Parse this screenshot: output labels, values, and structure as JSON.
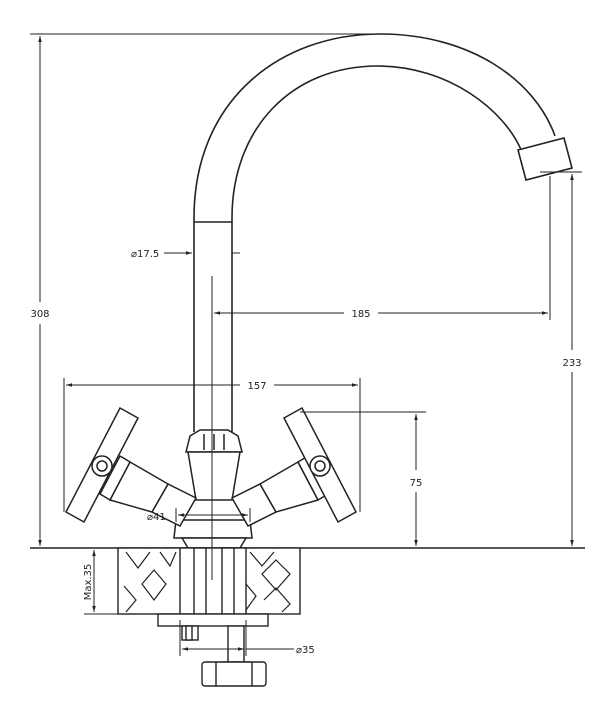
{
  "dimensions": {
    "overall_height": "308",
    "spout_diameter": "⌀17.5",
    "spout_reach": "185",
    "spout_outlet_height": "233",
    "handle_span": "157",
    "handle_height": "75",
    "base_diameter": "⌀41",
    "max_counter_thickness": "Max.35",
    "mounting_diameter": "⌀35"
  },
  "colors": {
    "line": "#222222",
    "fill": "#ffffff"
  }
}
